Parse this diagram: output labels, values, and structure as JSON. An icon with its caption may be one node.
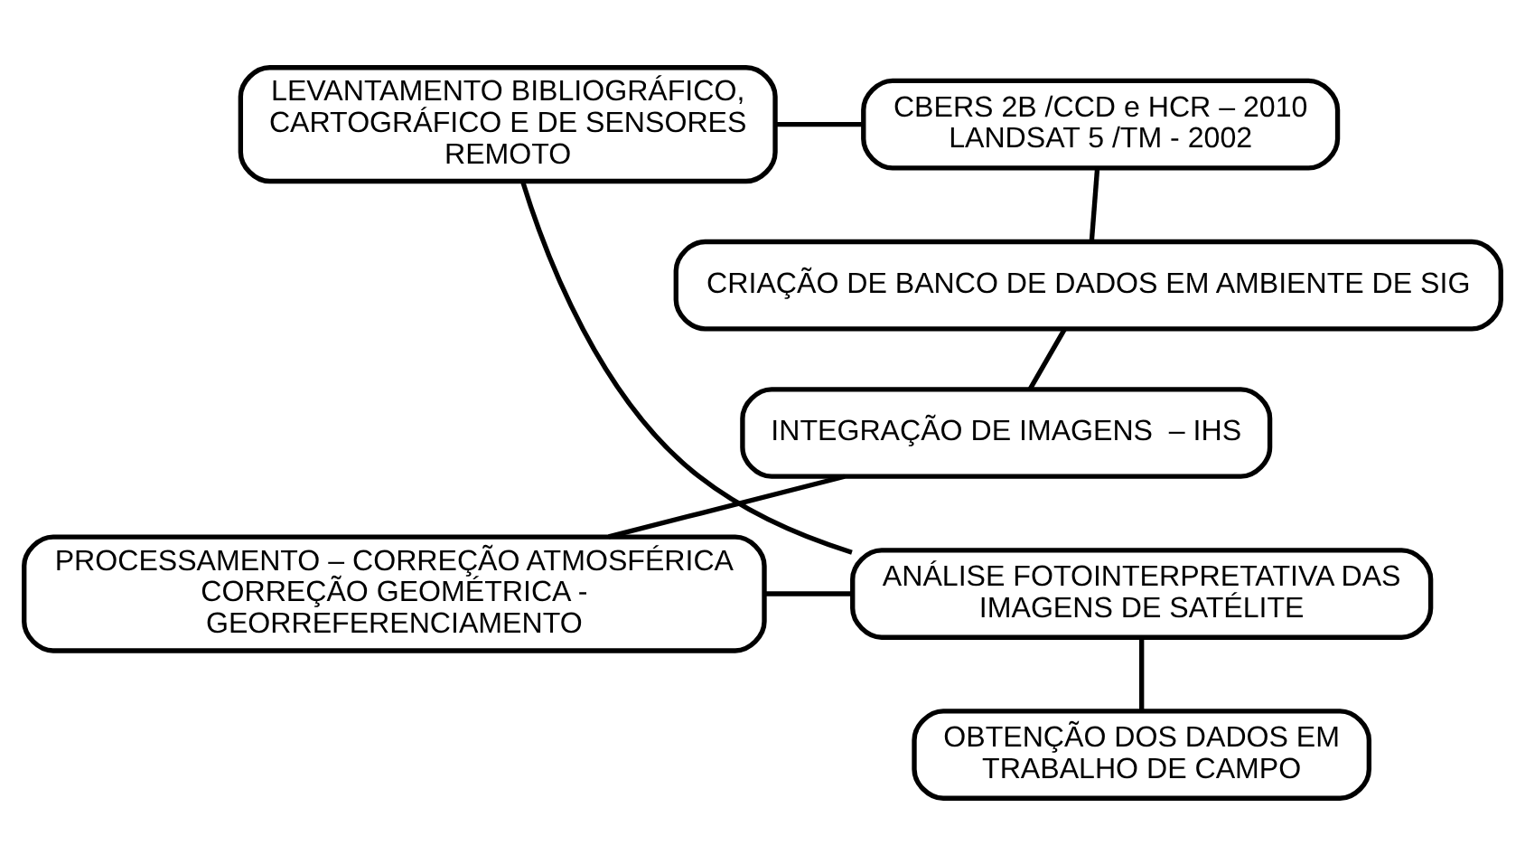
{
  "diagram": {
    "nodes": [
      {
        "text": [
          "LEVANTAMENTO BIBLIOGRÁFICO, CARTOGRÁFICO E DE SENSORES REMOTO"
        ]
      },
      {
        "text": [
          "CBERS 2B /CCD e HCR – 2010 LANDSAT 5 /TM - 2002"
        ]
      },
      {
        "text": [
          "CRIAÇÃO DE BANCO DE DADOS EM AMBIENTE DE SIG"
        ]
      },
      {
        "text": [
          "INTEGRAÇÃO DE IMAGENS  – IHS"
        ]
      },
      {
        "text": [
          "PROCESSAMENTO – CORREÇÃO ATMOSFÉRICA CORREÇÃO GEOMÉTRICA - GEORREFERENCIAMENTO"
        ]
      },
      {
        "text": [
          "ANÁLISE FOTOINTERPRETATIVA DAS IMAGENS DE SATÉLITE"
        ]
      },
      {
        "text": [
          "OBTENÇÃO DOS DADOS EM TRABALHO DE CAMPO"
        ]
      }
    ],
    "edges": [
      {
        "from": 0,
        "to": 1,
        "arrow": "none"
      },
      {
        "from": 1,
        "to": 2,
        "arrow": "none"
      },
      {
        "from": 2,
        "to": 3,
        "arrow": "none"
      },
      {
        "from": 3,
        "to": 4,
        "arrow": "none"
      },
      {
        "from": 4,
        "to": 5,
        "arrow": "none"
      },
      {
        "from": 0,
        "to": 5,
        "arrow": "none"
      },
      {
        "from": 5,
        "to": 6,
        "arrow": "none"
      }
    ]
  }
}
